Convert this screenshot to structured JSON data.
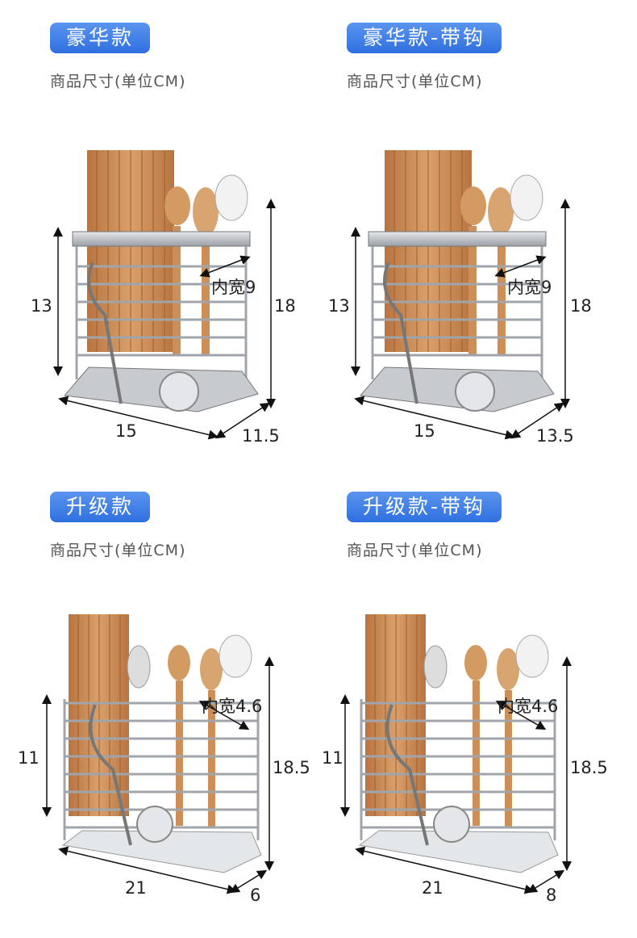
{
  "panels": [
    {
      "title": "豪华款",
      "subtitle": "商品尺寸(单位CM)",
      "inner_width": "内宽9",
      "height_body": "13",
      "height_total": "18",
      "length": "15",
      "depth": "11.5"
    },
    {
      "title": "豪华款-带钩",
      "subtitle": "商品尺寸(单位CM)",
      "inner_width": "内宽9",
      "height_body": "13",
      "height_total": "18",
      "length": "15",
      "depth": "13.5"
    },
    {
      "title": "升级款",
      "subtitle": "商品尺寸(单位CM)",
      "inner_width": "内宽4.6",
      "height_body": "11",
      "height_total": "18.5",
      "length": "21",
      "depth": "6"
    },
    {
      "title": "升级款-带钩",
      "subtitle": "商品尺寸(单位CM)",
      "inner_width": "内宽4.6",
      "height_body": "11",
      "height_total": "18.5",
      "length": "21",
      "depth": "8"
    }
  ],
  "colors": {
    "badge": "#3b7ae6",
    "wood": "#c98a55",
    "steel": "#b8bcc2"
  }
}
